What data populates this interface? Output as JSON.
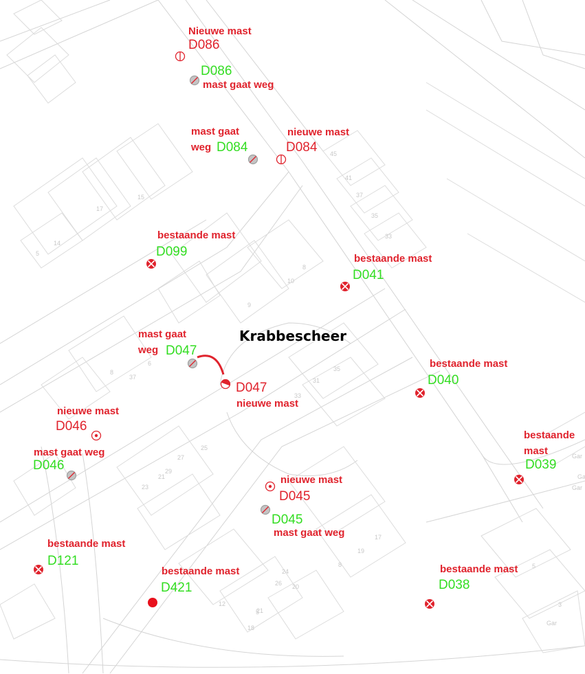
{
  "map": {
    "street_name": "Krabbescheer",
    "colors": {
      "existing": "#e0232d",
      "new": "#e0232d",
      "removed": "#b0b0b0",
      "green_label": "#33dd22",
      "basemap_line": "#d0d0d0"
    },
    "legend_words": {
      "new_upper": "Nieuwe mast",
      "new": "nieuwe mast",
      "removed": "mast gaat weg",
      "removed_line1": "mast gaat",
      "removed_line2": "weg",
      "existing": "bestaande mast",
      "existing_line1": "bestaande",
      "existing_line2": "mast"
    },
    "poles": {
      "D086_new": {
        "id": "D086",
        "status": "new",
        "icon": "circle-vertical-line-icon"
      },
      "D086_old": {
        "id": "D086",
        "status": "removed",
        "icon": "circle-slash-grey-icon"
      },
      "D084_old": {
        "id": "D084",
        "status": "removed",
        "icon": "circle-slash-grey-icon"
      },
      "D084_new": {
        "id": "D084",
        "status": "new",
        "icon": "circle-vertical-line-icon"
      },
      "D099": {
        "id": "D099",
        "status": "existing",
        "icon": "circle-cross-icon"
      },
      "D041": {
        "id": "D041",
        "status": "existing",
        "icon": "circle-cross-icon"
      },
      "D047_old": {
        "id": "D047",
        "status": "removed",
        "icon": "circle-slash-grey-icon"
      },
      "D047_new": {
        "id": "D047",
        "status": "new",
        "icon": "half-filled-circle-icon"
      },
      "D040": {
        "id": "D040",
        "status": "existing",
        "icon": "circle-cross-icon"
      },
      "D046_new": {
        "id": "D046",
        "status": "new",
        "icon": "circle-dot-icon"
      },
      "D046_old": {
        "id": "D046",
        "status": "removed",
        "icon": "circle-slash-grey-icon"
      },
      "D039": {
        "id": "D039",
        "status": "existing",
        "icon": "circle-cross-icon"
      },
      "D045_new": {
        "id": "D045",
        "status": "new",
        "icon": "circle-dot-icon"
      },
      "D045_old": {
        "id": "D045",
        "status": "removed",
        "icon": "circle-slash-grey-icon"
      },
      "D121": {
        "id": "D121",
        "status": "existing",
        "icon": "circle-cross-icon"
      },
      "D421": {
        "id": "D421",
        "status": "existing",
        "icon": "filled-circle-icon"
      },
      "D038": {
        "id": "D038",
        "status": "existing",
        "icon": "circle-cross-icon"
      }
    },
    "house_numbers": [
      "45",
      "41",
      "37",
      "35",
      "33",
      "8",
      "10",
      "15",
      "17",
      "5",
      "14",
      "9",
      "6",
      "8",
      "37",
      "31",
      "35",
      "33",
      "21",
      "23",
      "25",
      "27",
      "29",
      "26",
      "20",
      "24",
      "21",
      "18",
      "12",
      "5",
      "17",
      "19",
      "8",
      "5",
      "3",
      "Gar",
      "Gar",
      "Gar",
      "Gar"
    ]
  }
}
